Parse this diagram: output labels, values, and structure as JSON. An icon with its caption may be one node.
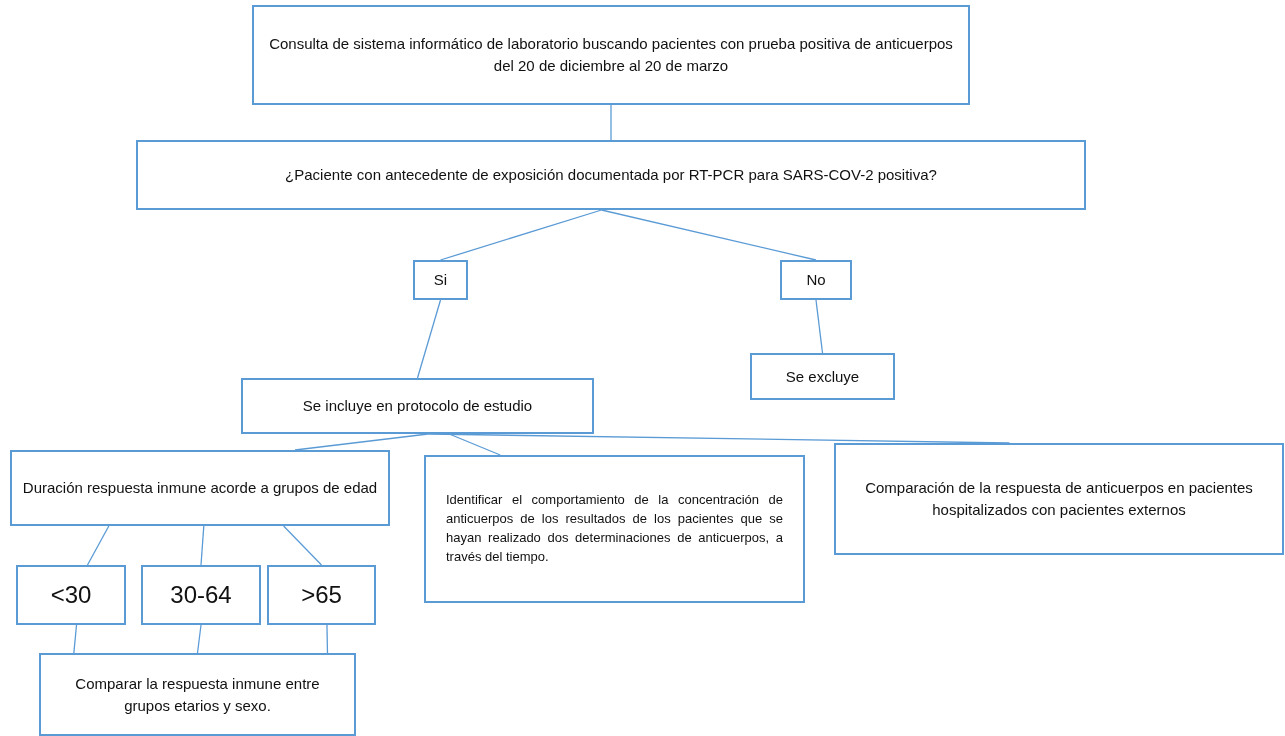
{
  "diagram": {
    "nodes": [
      {
        "text": [
          "Consulta de sistema informático de laboratorio buscando pacientes con prueba positiva de anticuerpos del 20 de diciembre al 20 de marzo"
        ]
      },
      {
        "text": [
          "¿Paciente con antecedente de exposición documentada por RT-PCR para SARS-COV-2 positiva?"
        ]
      },
      {
        "text": [
          "Si"
        ]
      },
      {
        "text": [
          "No"
        ]
      },
      {
        "text": [
          "Se excluye"
        ]
      },
      {
        "text": [
          "Se incluye en protocolo de estudio"
        ]
      },
      {
        "text": [
          "Duración respuesta inmune acorde a grupos de edad"
        ]
      },
      {
        "text": [
          "Identificar el comportamiento de la concentración de anticuerpos de los resultados de los pacientes que se hayan realizado dos determinaciones de anticuerpos, a través del tiempo."
        ]
      },
      {
        "text": [
          "Comparación de la respuesta de anticuerpos en pacientes hospitalizados con pacientes externos"
        ]
      },
      {
        "text": [
          "<30"
        ]
      },
      {
        "text": [
          "30-64"
        ]
      },
      {
        "text": [
          ">65"
        ]
      },
      {
        "text": [
          "Comparar la respuesta inmune entre grupos etarios y sexo."
        ]
      }
    ],
    "edges": [
      {
        "from": 0,
        "to": 1,
        "arrow": "none"
      },
      {
        "from": 1,
        "to": 2,
        "arrow": "none"
      },
      {
        "from": 1,
        "to": 3,
        "arrow": "none"
      },
      {
        "from": 3,
        "to": 4,
        "arrow": "none"
      },
      {
        "from": 2,
        "to": 5,
        "arrow": "none"
      },
      {
        "from": 5,
        "to": 6,
        "arrow": "none"
      },
      {
        "from": 5,
        "to": 7,
        "arrow": "none"
      },
      {
        "from": 5,
        "to": 8,
        "arrow": "none"
      },
      {
        "from": 6,
        "to": 9,
        "arrow": "none"
      },
      {
        "from": 6,
        "to": 10,
        "arrow": "none"
      },
      {
        "from": 6,
        "to": 11,
        "arrow": "none"
      },
      {
        "from": 9,
        "to": 12,
        "arrow": "none"
      },
      {
        "from": 10,
        "to": 12,
        "arrow": "none"
      },
      {
        "from": 11,
        "to": 12,
        "arrow": "none"
      }
    ]
  }
}
